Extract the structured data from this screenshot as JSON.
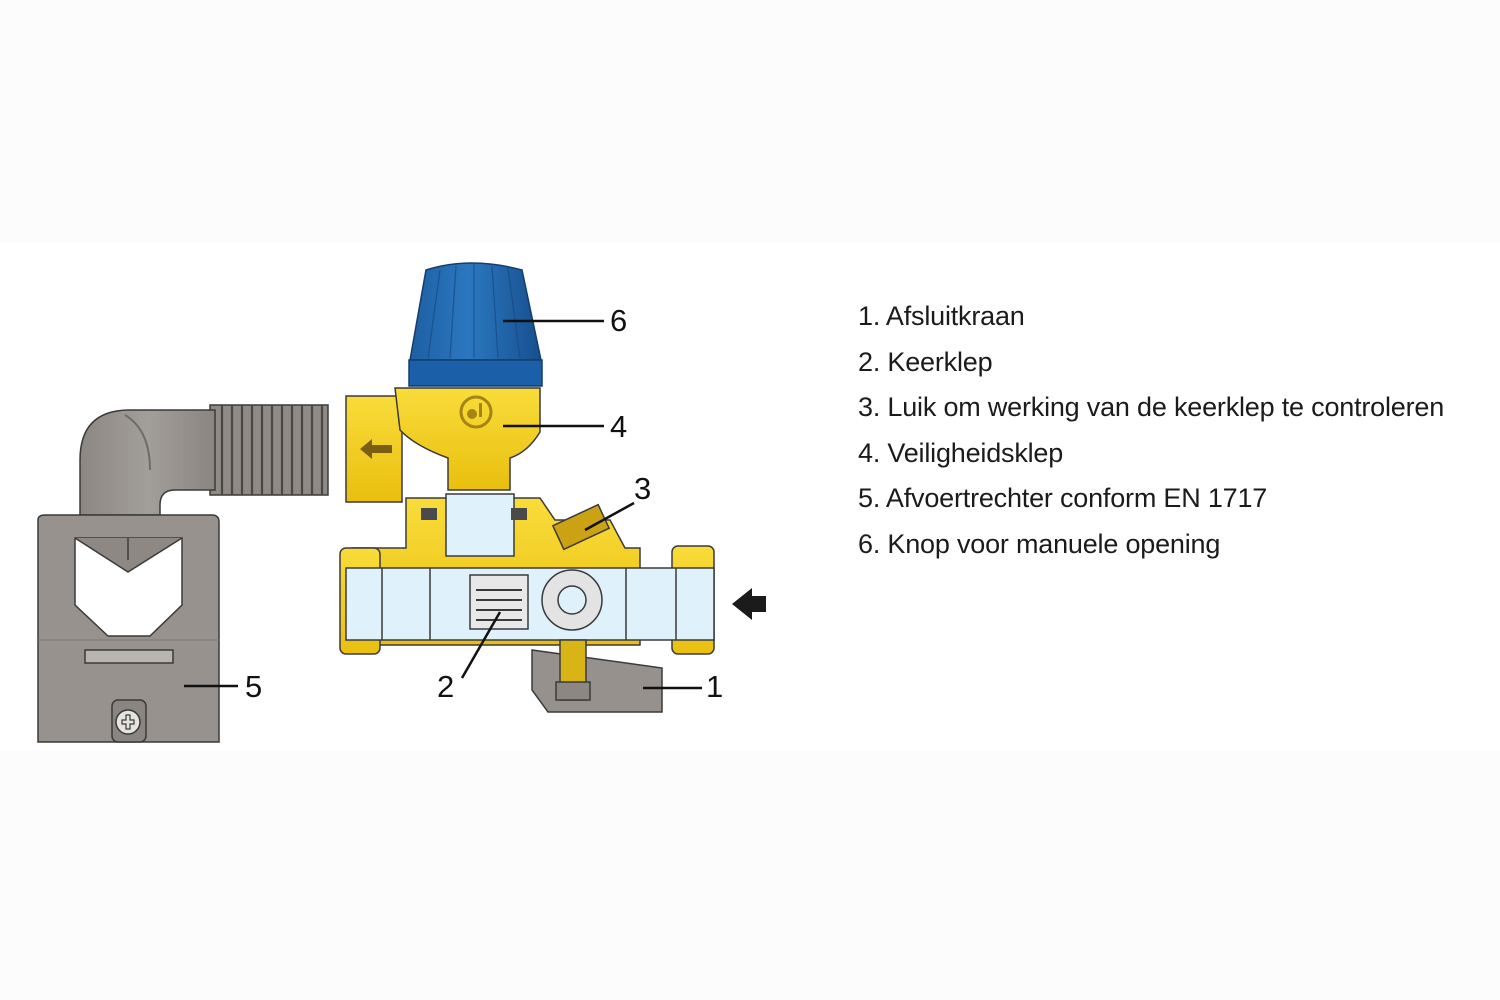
{
  "callouts": [
    "6",
    "4",
    "3",
    "5",
    "2",
    "1"
  ],
  "legend": [
    "1. Afsluitkraan",
    "2. Keerklep",
    "3. Luik om werking van de keerklep te controleren",
    "4. Veiligheidsklep",
    "5. Afvoertrechter conform EN 1717",
    "6. Knop voor manuele opening"
  ],
  "colors": {
    "brass": "#f7d31e",
    "cap": "#1f69b1",
    "funnel": "#96918c",
    "pipe": "#dff1fa"
  },
  "icons": [
    "flow-direction-arrow-icon",
    "outlet-arrow-icon",
    "logo-icon",
    "screw-icon"
  ]
}
